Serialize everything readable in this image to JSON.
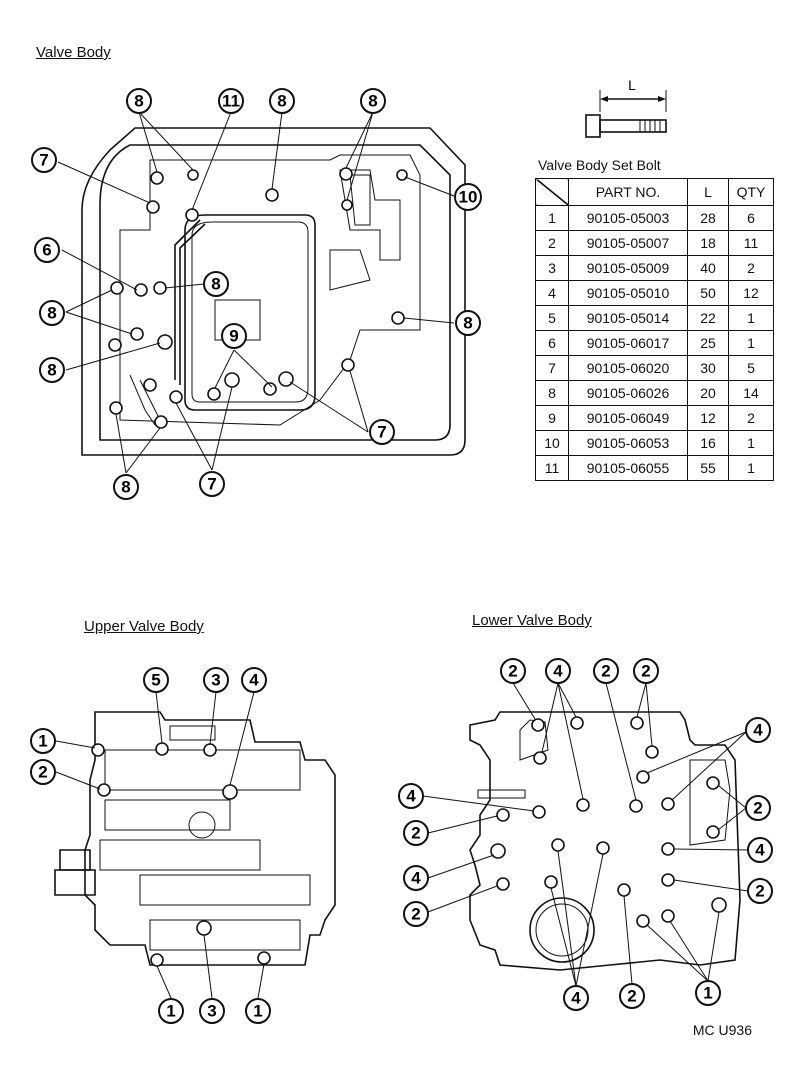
{
  "titles": {
    "valve_body": "Valve Body",
    "upper": "Upper Valve Body",
    "lower": "Lower Valve Body",
    "table_title": "Valve Body Set Bolt"
  },
  "bolt_dim_label": "L",
  "table": {
    "headers": [
      "",
      "PART NO.",
      "L",
      "QTY"
    ],
    "rows": [
      [
        "1",
        "90105-05003",
        "28",
        "6"
      ],
      [
        "2",
        "90105-05007",
        "18",
        "11"
      ],
      [
        "3",
        "90105-05009",
        "40",
        "2"
      ],
      [
        "4",
        "90105-05010",
        "50",
        "12"
      ],
      [
        "5",
        "90105-05014",
        "22",
        "1"
      ],
      [
        "6",
        "90105-06017",
        "25",
        "1"
      ],
      [
        "7",
        "90105-06020",
        "30",
        "5"
      ],
      [
        "8",
        "90105-06026",
        "20",
        "14"
      ],
      [
        "9",
        "90105-06049",
        "12",
        "2"
      ],
      [
        "10",
        "90105-06053",
        "16",
        "1"
      ],
      [
        "11",
        "90105-06055",
        "55",
        "1"
      ]
    ]
  },
  "figure_code": "MC U936",
  "callouts": {
    "valve_body": [
      "8",
      "11",
      "8",
      "8",
      "7",
      "10",
      "6",
      "8",
      "8",
      "8",
      "9",
      "8",
      "7",
      "8",
      "7"
    ],
    "upper": [
      "5",
      "3",
      "4",
      "1",
      "2",
      "1",
      "3",
      "1"
    ],
    "lower": [
      "2",
      "4",
      "2",
      "2",
      "4",
      "4",
      "2",
      "2",
      "4",
      "4",
      "2",
      "2",
      "4",
      "2",
      "1"
    ]
  }
}
